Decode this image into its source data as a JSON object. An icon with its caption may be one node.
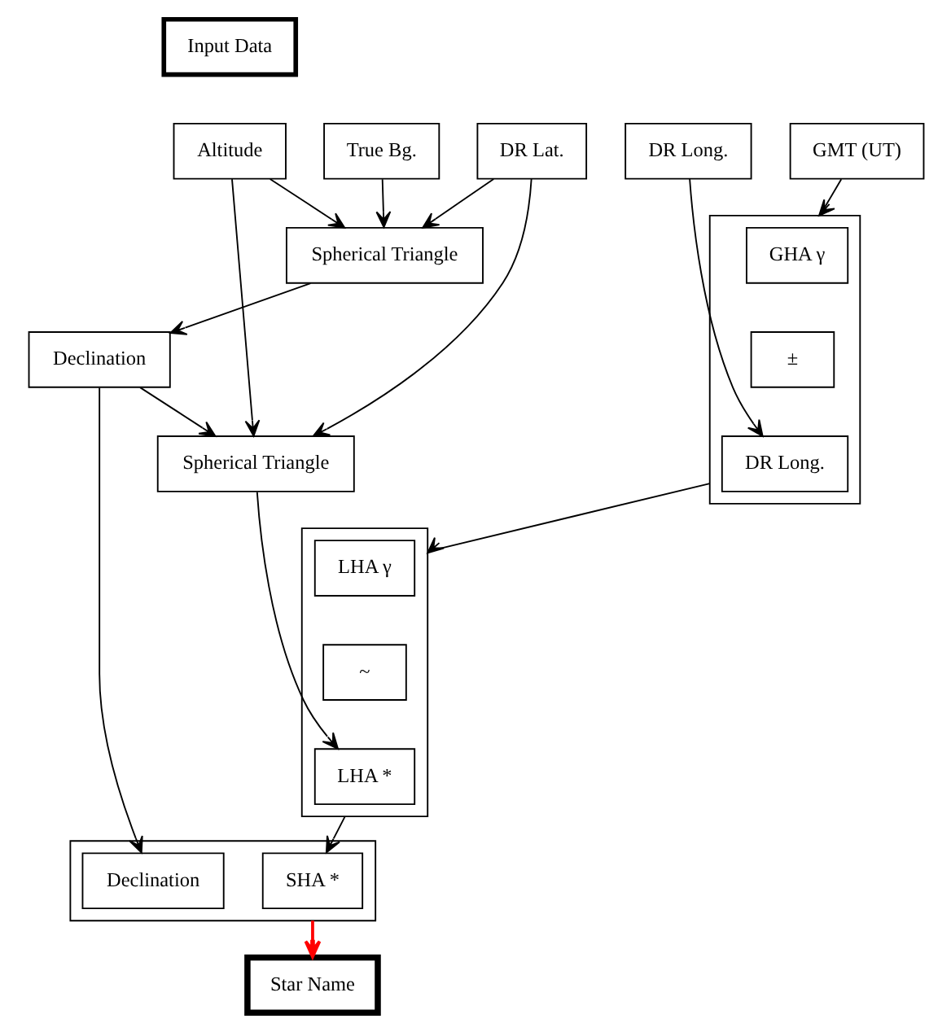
{
  "diagram": {
    "nodes": [
      {
        "text": [
          "Input Data"
        ]
      },
      {
        "text": [
          "Altitude"
        ]
      },
      {
        "text": [
          "True Bg."
        ]
      },
      {
        "text": [
          "DR Lat."
        ]
      },
      {
        "text": [
          "DR Long."
        ]
      },
      {
        "text": [
          "GMT (UT)"
        ]
      },
      {
        "text": [
          "Spherical Triangle"
        ]
      },
      {
        "text": [
          "Declination"
        ]
      },
      {
        "text": [],
        "shape": "box"
      },
      {
        "text": [
          "GHA γ"
        ],
        "in": 8
      },
      {
        "text": [
          "±"
        ],
        "in": 8
      },
      {
        "text": [
          "DR Long."
        ],
        "in": 8
      },
      {
        "text": [],
        "shape": "box"
      },
      {
        "text": [
          "LHA γ"
        ],
        "in": 12
      },
      {
        "text": [
          "~"
        ],
        "in": 12
      },
      {
        "text": [
          "LHA *"
        ],
        "in": 12
      },
      {
        "text": [
          "Spherical Triangle"
        ]
      },
      {
        "text": [],
        "shape": "box"
      },
      {
        "text": [
          "Declination"
        ],
        "in": 17
      },
      {
        "text": [
          "SHA *"
        ],
        "in": 17
      },
      {
        "text": [
          "Star Name"
        ]
      }
    ],
    "edges": [
      {
        "from": 1,
        "to": 6,
        "arrow": "to"
      },
      {
        "from": 2,
        "to": 6,
        "arrow": "to"
      },
      {
        "from": 3,
        "to": 6,
        "arrow": "to"
      },
      {
        "from": 5,
        "to": 8,
        "arrow": "to"
      },
      {
        "from": 4,
        "to": 11,
        "arrow": "to"
      },
      {
        "from": 6,
        "to": 7,
        "arrow": "to"
      },
      {
        "from": 7,
        "to": 16,
        "arrow": "to"
      },
      {
        "from": 7,
        "to": 18,
        "arrow": "to"
      },
      {
        "from": 1,
        "to": 16,
        "arrow": "to"
      },
      {
        "from": 3,
        "to": 16,
        "arrow": "to"
      },
      {
        "from": 8,
        "to": 12,
        "arrow": "to"
      },
      {
        "from": 16,
        "to": 15,
        "arrow": "to"
      },
      {
        "from": 12,
        "to": 19,
        "arrow": "to"
      },
      {
        "from": 17,
        "to": 20,
        "arrow": "to",
        "color": "#ff0000"
      }
    ]
  }
}
